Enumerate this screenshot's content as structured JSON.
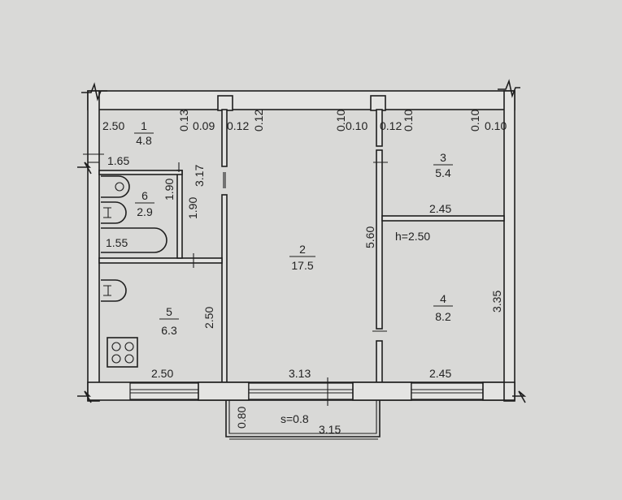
{
  "plan": {
    "ceiling_height": "h=2.50",
    "balcony_area": "s=0.8",
    "rooms": [
      {
        "number": "1",
        "area": "4.8"
      },
      {
        "number": "2",
        "area": "17.5"
      },
      {
        "number": "3",
        "area": "5.4"
      },
      {
        "number": "4",
        "area": "8.2"
      },
      {
        "number": "5",
        "area": "6.3"
      },
      {
        "number": "6",
        "area": "2.9"
      }
    ],
    "dimensions": {
      "hall_width": "2.50",
      "top_013": "0.13",
      "top_009": "0.09",
      "top_012a": "0.12",
      "top_012b": "0.12",
      "top_010a": "0.10",
      "top_010b": "0.10",
      "top_012c": "0.12",
      "top_010c": "0.10",
      "top_010d": "0.10",
      "top_010e": "0.10",
      "bath_top": "1.65",
      "bath_side": "1.90",
      "bath_side2": "1.90",
      "bath_bottom": "1.55",
      "hall_length": "3.17",
      "room2_length": "5.60",
      "room3_width": "2.45",
      "room4_length": "3.35",
      "kitchen_length": "2.50",
      "kitchen_width": "2.50",
      "room2_width": "3.13",
      "room4_width": "2.45",
      "balcony_depth": "0.80",
      "balcony_length": "3.15"
    }
  }
}
